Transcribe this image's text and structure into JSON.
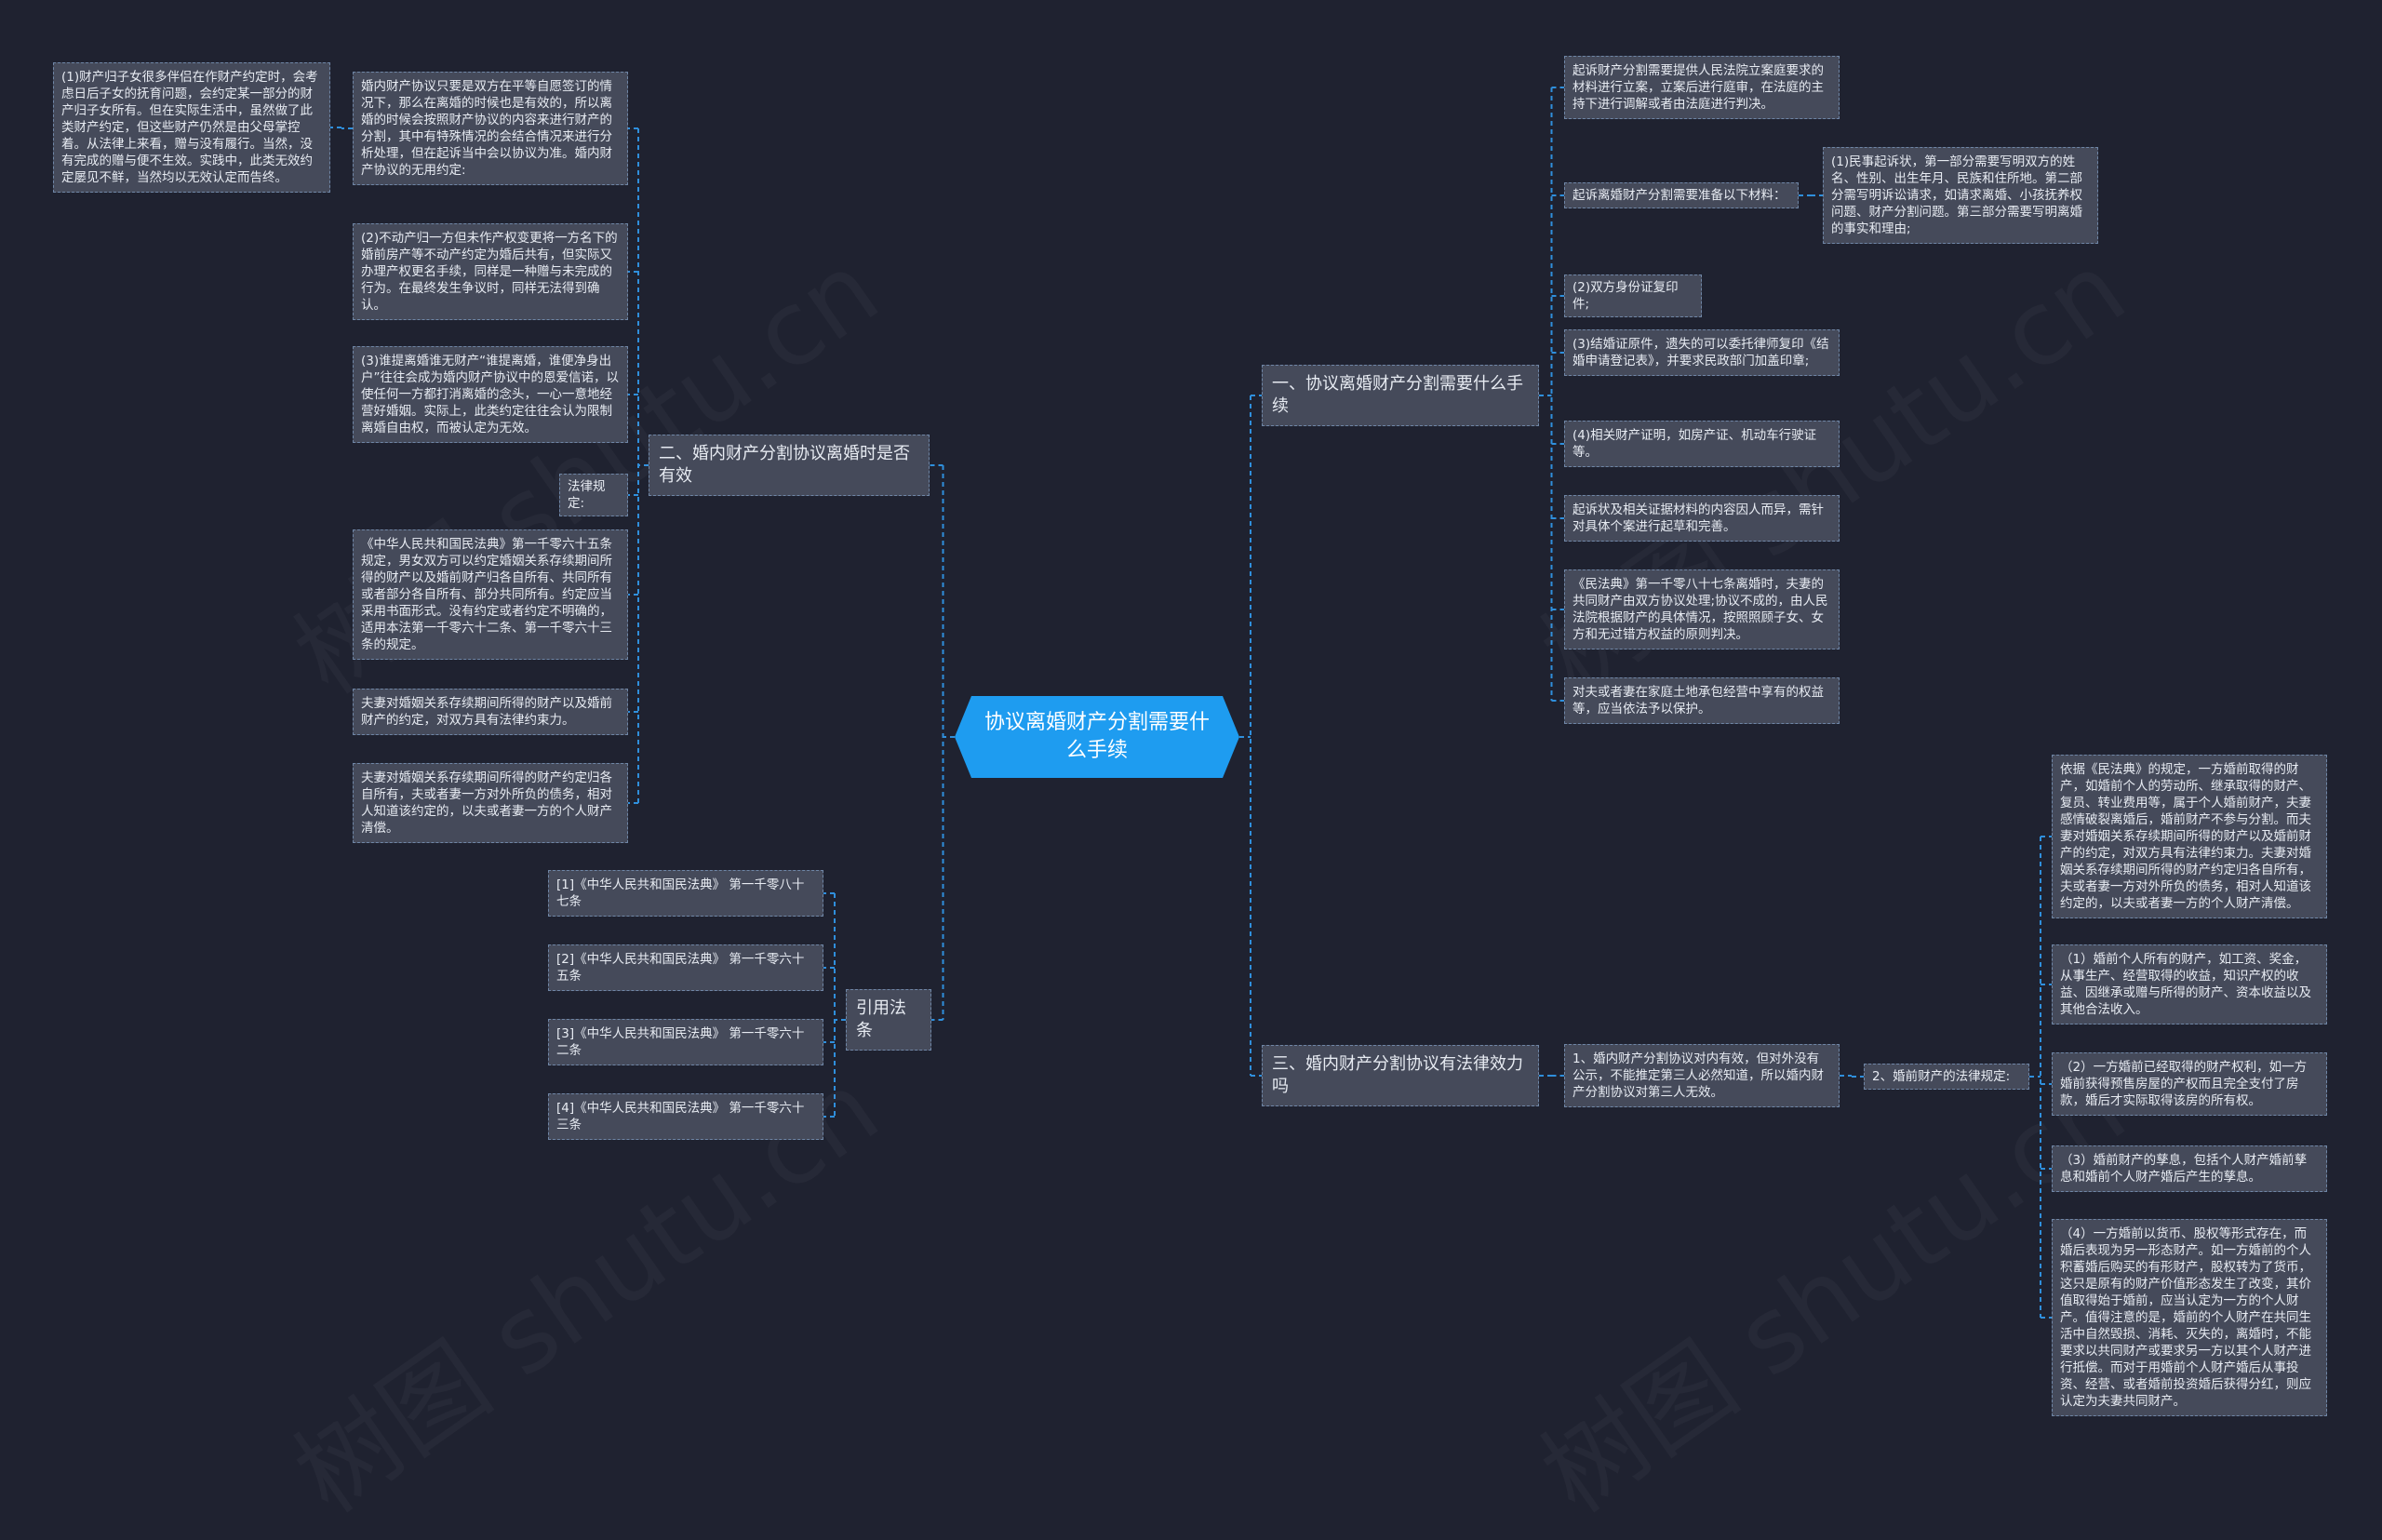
{
  "root": "协议离婚财产分割需要什么手续",
  "branches": {
    "b1": {
      "title": "一、协议离婚财产分割需要什么手续",
      "items": {
        "i1": "起诉财产分割需要提供人民法院立案庭要求的材料进行立案，立案后进行庭审，在法庭的主持下进行调解或者由法庭进行判决。",
        "i2": "起诉离婚财产分割需要准备以下材料：",
        "i2a": "(1)民事起诉状，第一部分需要写明双方的姓名、性别、出生年月、民族和住所地。第二部分需写明诉讼请求，如请求离婚、小孩抚养权问题、财产分割问题。第三部分需要写明离婚的事实和理由;",
        "i3": "(2)双方身份证复印件;",
        "i4": "(3)结婚证原件，遗失的可以委托律师复印《结婚申请登记表》，并要求民政部门加盖印章;",
        "i5": "(4)相关财产证明，如房产证、机动车行驶证等。",
        "i6": "起诉状及相关证据材料的内容因人而异，需针对具体个案进行起草和完善。",
        "i7": "《民法典》第一千零八十七条离婚时，夫妻的共同财产由双方协议处理;协议不成的，由人民法院根据财产的具体情况，按照照顾子女、女方和无过错方权益的原则判决。",
        "i8": "对夫或者妻在家庭土地承包经营中享有的权益等，应当依法予以保护。"
      }
    },
    "b2": {
      "title": "二、婚内财产分割协议离婚时是否有效",
      "items": {
        "i1": "婚内财产协议只要是双方在平等自愿签订的情况下，那么在离婚的时候也是有效的，所以离婚的时候会按照财产协议的内容来进行财产的分割，其中有特殊情况的会结合情况来进行分析处理，但在起诉当中会以协议为准。婚内财产协议的无用约定:",
        "i1a": "(1)财产归子女很多伴侣在作财产约定时，会考虑日后子女的抚育问题，会约定某一部分的财产归子女所有。但在实际生活中，虽然做了此类财产约定，但这些财产仍然是由父母掌控着。从法律上来看，赠与没有履行。当然，没有完成的赠与便不生效。实践中，此类无效约定屡见不鲜，当然均以无效认定而告终。",
        "i2": "(2)不动产归一方但未作产权变更将一方名下的婚前房产等不动产约定为婚后共有，但实际又办理产权更名手续，同样是一种赠与未完成的行为。在最终发生争议时，同样无法得到确认。",
        "i3": "(3)谁提离婚谁无财产“谁提离婚，谁便净身出户”往往会成为婚内财产协议中的恩爱信诺，以使任何一方都打消离婚的念头，一心一意地经营好婚姻。实际上，此类约定往往会认为限制离婚自由权，而被认定为无效。",
        "i4": "法律规定:",
        "i5": "《中华人民共和国民法典》第一千零六十五条规定，男女双方可以约定婚姻关系存续期间所得的财产以及婚前财产归各自所有、共同所有或者部分各自所有、部分共同所有。约定应当采用书面形式。没有约定或者约定不明确的，适用本法第一千零六十二条、第一千零六十三条的规定。",
        "i6": "夫妻对婚姻关系存续期间所得的财产以及婚前财产的约定，对双方具有法律约束力。",
        "i7": "夫妻对婚姻关系存续期间所得的财产约定归各自所有，夫或者妻一方对外所负的债务，相对人知道该约定的，以夫或者妻一方的个人财产清偿。"
      }
    },
    "b3": {
      "title": "三、婚内财产分割协议有法律效力吗",
      "items": {
        "i1": "1、婚内财产分割协议对内有效，但对外没有公示，不能推定第三人必然知道，所以婚内财产分割协议对第三人无效。",
        "i2": "2、婚前财产的法律规定:",
        "i2a": "依据《民法典》的规定，一方婚前取得的财产，如婚前个人的劳动所、继承取得的财产、复员、转业费用等，属于个人婚前财产，夫妻感情破裂离婚后，婚前财产不参与分割。而夫妻对婚姻关系存续期间所得的财产以及婚前财产的约定，对双方具有法律约束力。夫妻对婚姻关系存续期间所得的财产约定归各自所有，夫或者妻一方对外所负的债务，相对人知道该约定的，以夫或者妻一方的个人财产清偿。",
        "i2b": "（1）婚前个人所有的财产，如工资、奖金，从事生产、经营取得的收益，知识产权的收益、因继承或赠与所得的财产、资本收益以及其他合法收入。",
        "i2c": "（2）一方婚前已经取得的财产权利，如一方婚前获得预售房屋的产权而且完全支付了房款，婚后才实际取得该房的所有权。",
        "i2d": "（3）婚前财产的孳息，包括个人财产婚前孳息和婚前个人财产婚后产生的孳息。",
        "i2e": "（4）一方婚前以货币、股权等形式存在，而婚后表现为另一形态财产。如一方婚前的个人积蓄婚后购买的有形财产，股权转为了货币，这只是原有的财产价值形态发生了改变，其价值取得始于婚前，应当认定为一方的个人财产。值得注意的是，婚前的个人财产在共同生活中自然毁损、消耗、灭失的，离婚时，不能要求以共同财产或要求另一方以其个人财产进行抵偿。而对于用婚前个人财产婚后从事投资、经营、或者婚前投资婚后获得分红，则应认定为夫妻共同财产。"
      }
    },
    "b4": {
      "title": "引用法条",
      "items": {
        "i1": "[1]《中华人民共和国民法典》 第一千零八十七条",
        "i2": "[2]《中华人民共和国民法典》 第一千零六十五条",
        "i3": "[3]《中华人民共和国民法典》 第一千零六十二条",
        "i4": "[4]《中华人民共和国民法典》 第一千零六十三条"
      }
    }
  },
  "watermark": "树图 shutu.cn"
}
